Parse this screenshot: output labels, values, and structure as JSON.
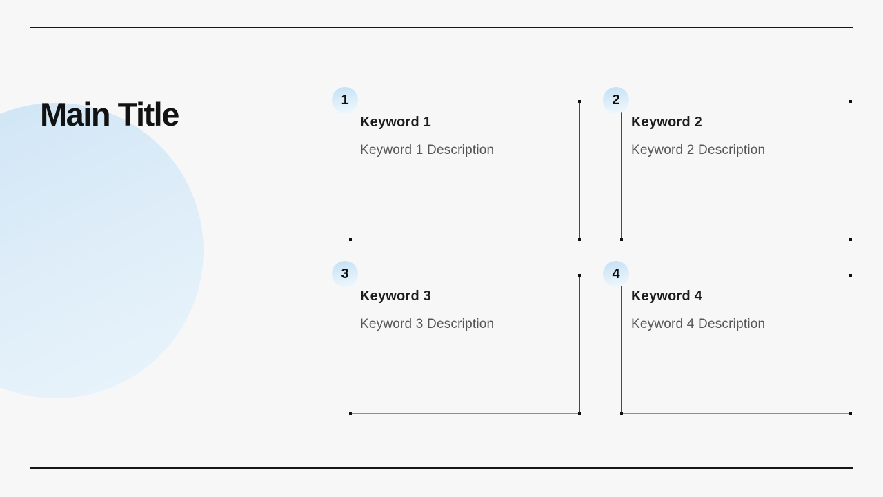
{
  "slide": {
    "title": "Main Title"
  },
  "decor": {
    "circle_gradient_start": "#cfe5f6",
    "circle_gradient_end": "#e9f4fb",
    "rule_color": "#15151a",
    "badge_gradient_start": "#c7e2f6",
    "badge_gradient_end": "#eef7fc",
    "title_color": "#121212",
    "card_title_color": "#1c1c1e",
    "card_description_color": "#565658"
  },
  "cards": [
    {
      "number": "1",
      "title": "Keyword 1",
      "description": "Keyword 1 Description"
    },
    {
      "number": "2",
      "title": "Keyword 2",
      "description": "Keyword 2 Description"
    },
    {
      "number": "3",
      "title": "Keyword 3",
      "description": "Keyword 3 Description"
    },
    {
      "number": "4",
      "title": "Keyword 4",
      "description": "Keyword 4 Description"
    }
  ]
}
